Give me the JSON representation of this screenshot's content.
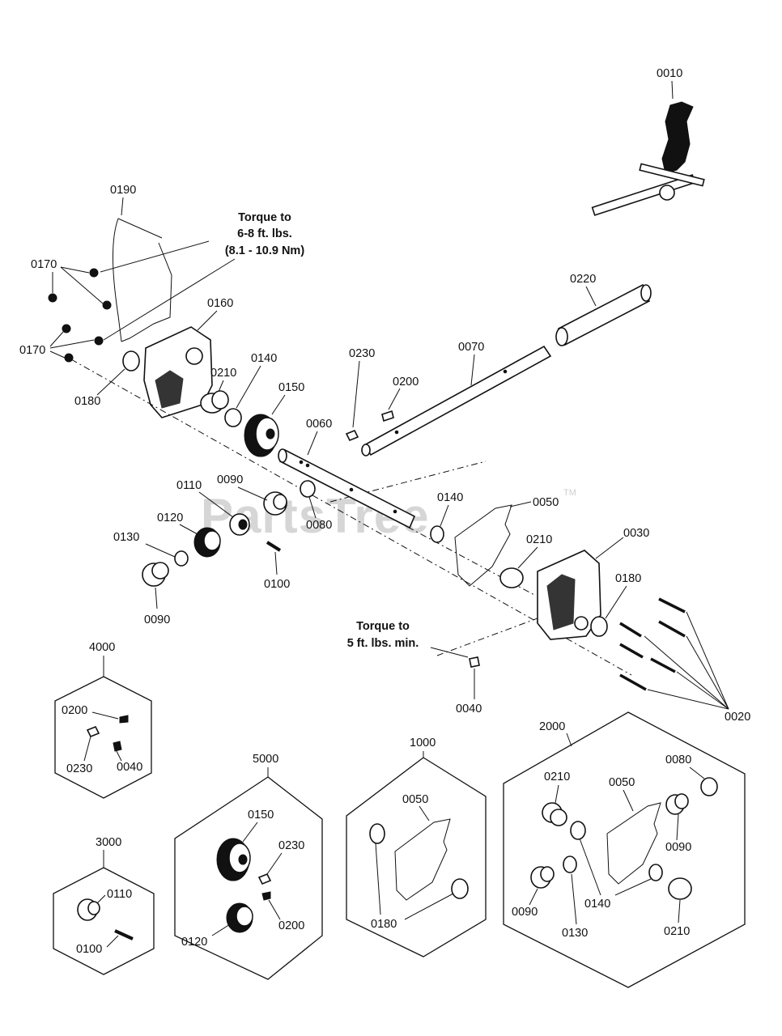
{
  "watermark": "PartsTree",
  "trademark": "TM",
  "notes": {
    "torque_upper": [
      "Torque to",
      "6-8 ft. lbs.",
      "(8.1 - 10.9 Nm)"
    ],
    "torque_lower": [
      "Torque to",
      "5 ft. lbs. min."
    ]
  },
  "labels": {
    "p0010": "0010",
    "p0190": "0190",
    "p0170a": "0170",
    "p0170b": "0170",
    "p0160": "0160",
    "p0180a": "0180",
    "p0210a": "0210",
    "p0140a": "0140",
    "p0150": "0150",
    "p0230": "0230",
    "p0200": "0200",
    "p0070": "0070",
    "p0220": "0220",
    "p0060": "0060",
    "p0110": "0110",
    "p0090a": "0090",
    "p0120": "0120",
    "p0130": "0130",
    "p0080": "0080",
    "p0100": "0100",
    "p0090b": "0090",
    "p0140b": "0140",
    "p0050": "0050",
    "p0210b": "0210",
    "p0030": "0030",
    "p0180b": "0180",
    "p0040": "0040",
    "p0020": "0020"
  },
  "kits": {
    "k4000": {
      "title": "4000",
      "items": [
        "0200",
        "0230",
        "0040"
      ]
    },
    "k3000": {
      "title": "3000",
      "items": [
        "0110",
        "0100"
      ]
    },
    "k5000": {
      "title": "5000",
      "items": [
        "0150",
        "0230",
        "0120",
        "0200"
      ]
    },
    "k1000": {
      "title": "1000",
      "items": [
        "0050",
        "0180"
      ]
    },
    "k2000": {
      "title": "2000",
      "items": [
        "0210",
        "0050",
        "0080",
        "0090",
        "0090",
        "0140",
        "0130",
        "0210"
      ]
    }
  }
}
